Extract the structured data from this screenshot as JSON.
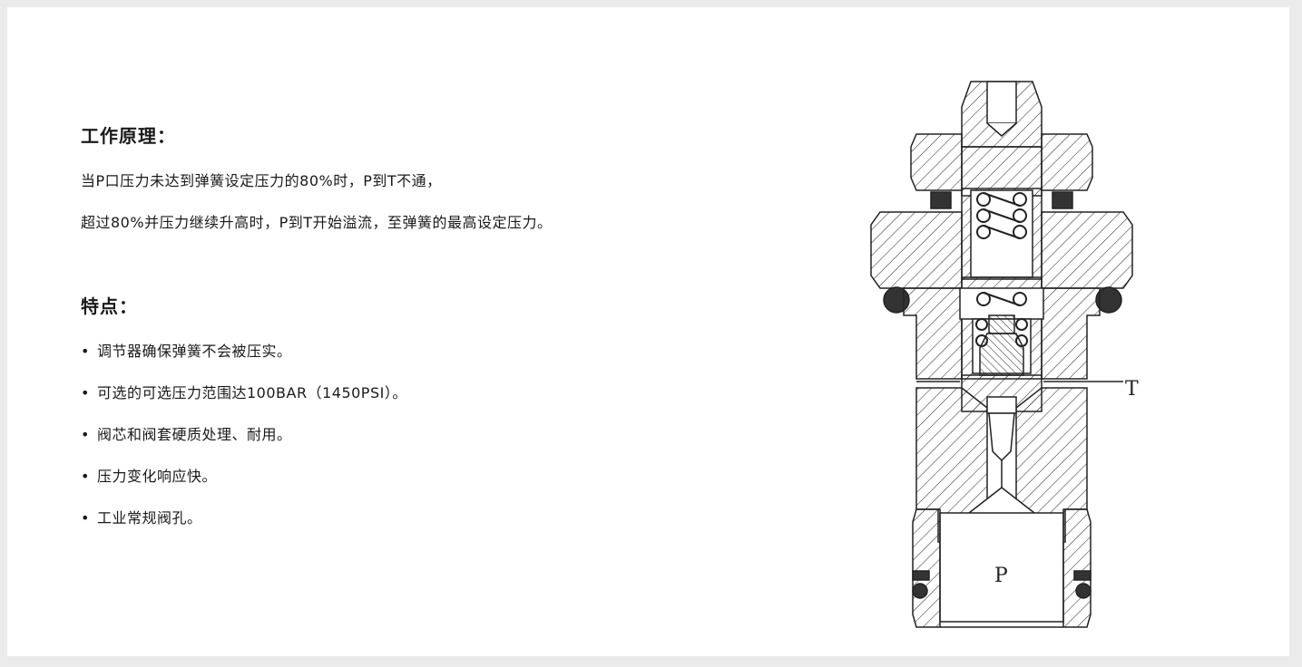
{
  "principle": {
    "title": "工作原理：",
    "lines": [
      "当P口压力未达到弹簧设定压力的80%时，P到T不通，",
      "超过80%并压力继续升高时，P到T开始溢流，至弹簧的最高设定压力。"
    ]
  },
  "features": {
    "title": "特点：",
    "bullet": "•",
    "items": [
      "调节器确保弹簧不会被压实。",
      "可选的可选压力范围达100BAR（1450PSI）。",
      "阀芯和阀套硬质处理、耐用。",
      "压力变化响应快。",
      "工业常规阀孔。"
    ]
  },
  "diagram": {
    "port_t": "T",
    "port_p": "P"
  }
}
